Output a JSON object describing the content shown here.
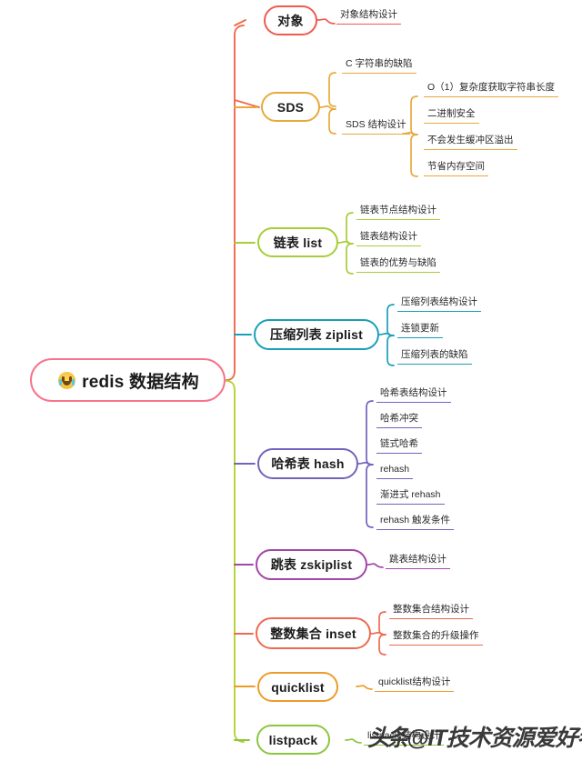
{
  "diagram": {
    "type": "mindmap",
    "root": {
      "label": "redis 数据结构",
      "emoji": "crying-laughing-face-emoji",
      "color": "#f7748b"
    },
    "watermark": {
      "head": "头条",
      "text": "@IT技术资源爱好者"
    },
    "trunks": [
      {
        "name": "upper-trunk",
        "color": "#ef6a4b"
      },
      {
        "name": "lower-trunk",
        "color": "#b5d334"
      }
    ],
    "branches": [
      {
        "id": "object",
        "label": "对象",
        "color": "#f05a4f",
        "children": [
          {
            "label": "对象结构设计"
          }
        ]
      },
      {
        "id": "sds",
        "label": "SDS",
        "color": "#e8a93c",
        "children": [
          {
            "label": "C 字符串的缺陷"
          },
          {
            "label": "SDS 结构设计",
            "children": [
              {
                "label": "O（1）复杂度获取字符串长度"
              },
              {
                "label": "二进制安全"
              },
              {
                "label": "不会发生缓冲区溢出"
              },
              {
                "label": "节省内存空间"
              }
            ]
          }
        ]
      },
      {
        "id": "list",
        "label": "链表 list",
        "color": "#a6ce39",
        "children": [
          {
            "label": "链表节点结构设计"
          },
          {
            "label": "链表结构设计"
          },
          {
            "label": "链表的优势与缺陷"
          }
        ]
      },
      {
        "id": "ziplist",
        "label": "压缩列表 ziplist",
        "color": "#1a9fb8",
        "children": [
          {
            "label": "压缩列表结构设计"
          },
          {
            "label": "连锁更新"
          },
          {
            "label": "压缩列表的缺陷"
          }
        ]
      },
      {
        "id": "hash",
        "label": "哈希表 hash",
        "color": "#7264bd",
        "children": [
          {
            "label": "哈希表结构设计"
          },
          {
            "label": "哈希冲突"
          },
          {
            "label": "链式哈希"
          },
          {
            "label": "rehash"
          },
          {
            "label": "渐进式 rehash"
          },
          {
            "label": "rehash 触发条件"
          }
        ]
      },
      {
        "id": "zskiplist",
        "label": "跳表 zskiplist",
        "color": "#a246a8",
        "children": [
          {
            "label": "跳表结构设计"
          }
        ]
      },
      {
        "id": "inset",
        "label": "整数集合 inset",
        "color": "#ed6a50",
        "children": [
          {
            "label": "整数集合结构设计"
          },
          {
            "label": "整数集合的升级操作"
          }
        ]
      },
      {
        "id": "quicklist",
        "label": "quicklist",
        "color": "#ef9b28",
        "children": [
          {
            "label": "quicklist结构设计"
          }
        ]
      },
      {
        "id": "listpack",
        "label": "listpack",
        "color": "#8cc63e",
        "children": [
          {
            "label": "listpack 结构设计"
          }
        ]
      }
    ]
  }
}
